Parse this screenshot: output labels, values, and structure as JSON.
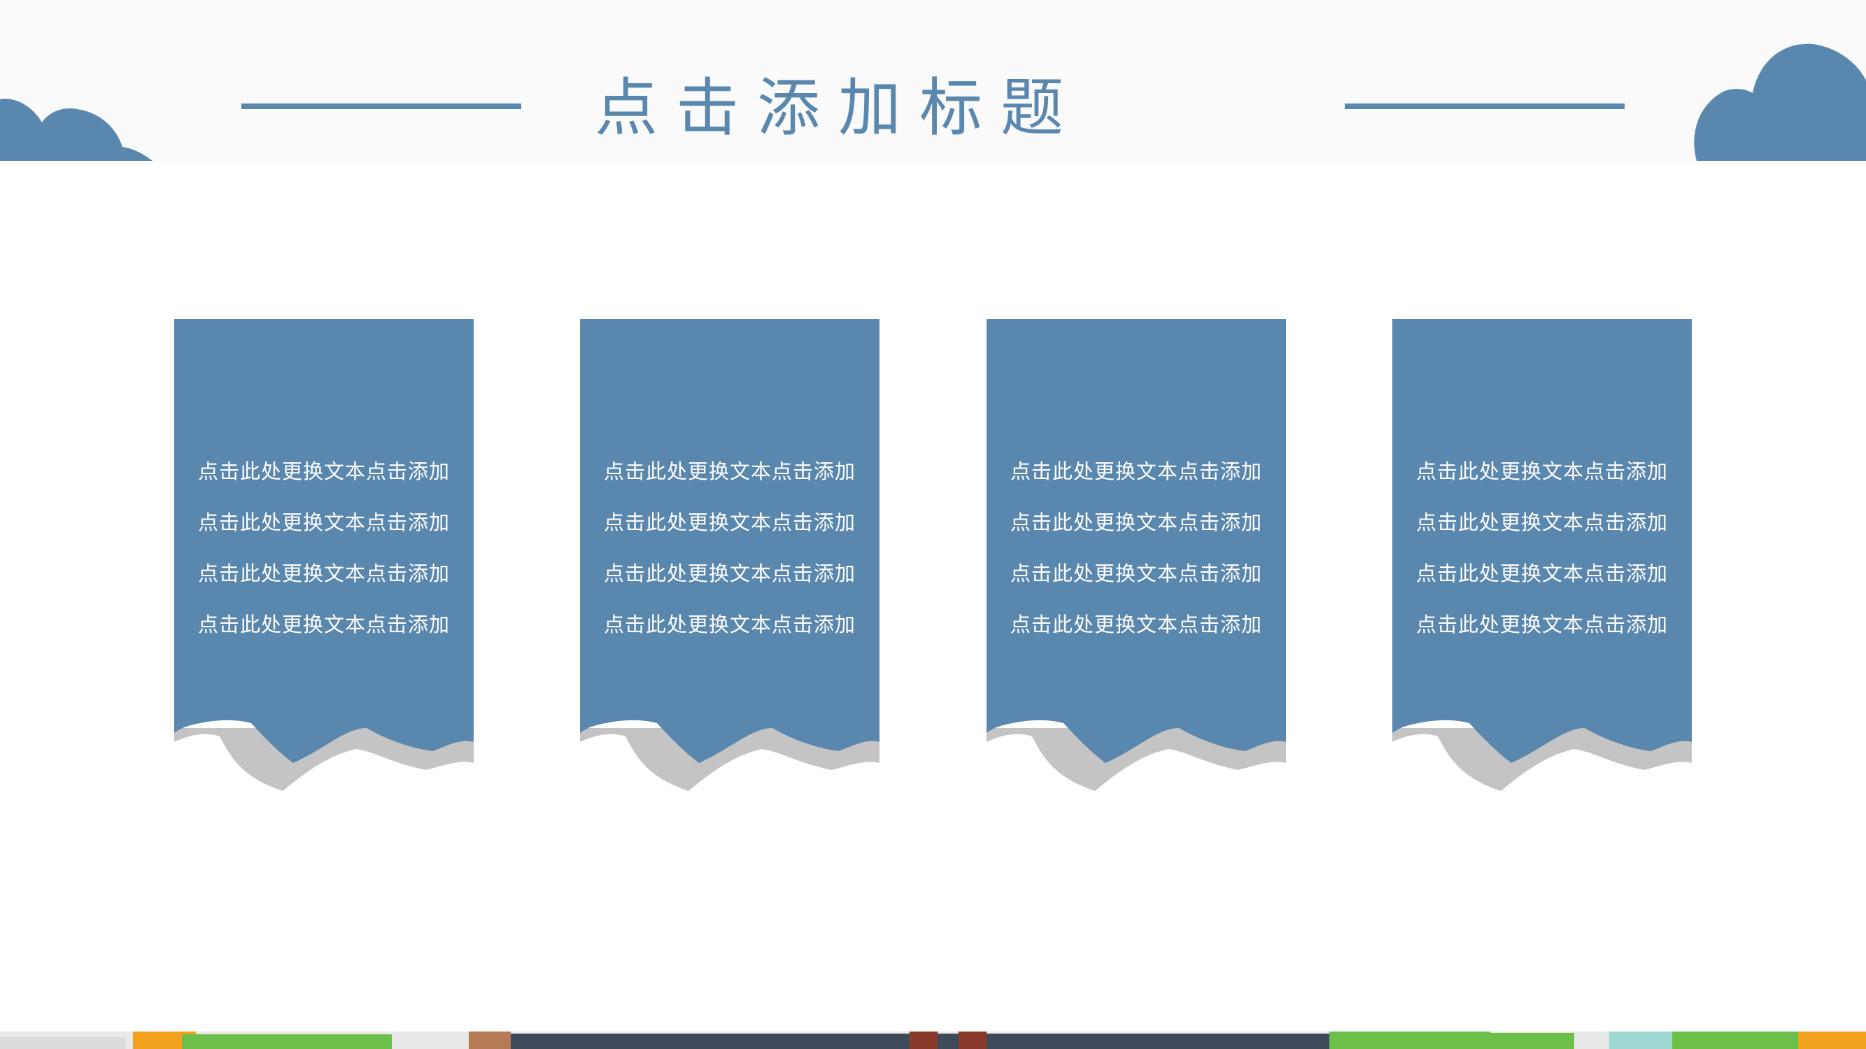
{
  "header": {
    "title": "点击添加标题"
  },
  "cards": [
    {
      "lines": [
        "点击此处更换文本点击添加",
        "点击此处更换文本点击添加",
        "点击此处更换文本点击添加",
        "点击此处更换文本点击添加"
      ]
    },
    {
      "lines": [
        "点击此处更换文本点击添加",
        "点击此处更换文本点击添加",
        "点击此处更换文本点击添加",
        "点击此处更换文本点击添加"
      ]
    },
    {
      "lines": [
        "点击此处更换文本点击添加",
        "点击此处更换文本点击添加",
        "点击此处更换文本点击添加",
        "点击此处更换文本点击添加"
      ]
    },
    {
      "lines": [
        "点击此处更换文本点击添加",
        "点击此处更换文本点击添加",
        "点击此处更换文本点击添加",
        "点击此处更换文本点击添加"
      ]
    }
  ],
  "colors": {
    "accent": "#5a87ad",
    "torn_edge": "#c4c4c4",
    "background": "#ffffff"
  },
  "icons": {
    "left_cloud": "cloud-icon",
    "right_cloud": "cloud-icon"
  }
}
